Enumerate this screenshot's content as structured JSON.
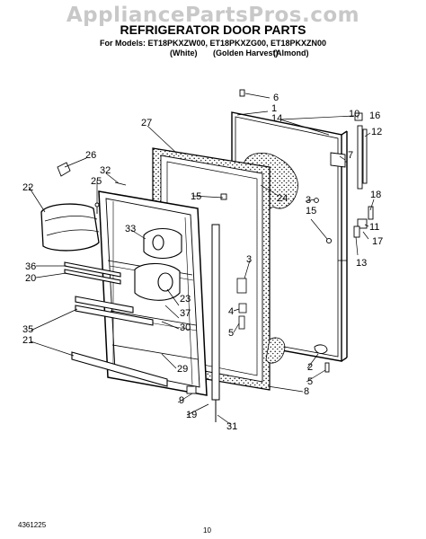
{
  "header": {
    "watermark": "AppliancePartsPros.com",
    "title": "REFRIGERATOR DOOR PARTS",
    "models_line": "For Models: ET18PKXZW00, ET18PKXZG00, ET18PKXZN00",
    "variants": [
      "(White)",
      "(Golden Harvest)",
      "(Almond)"
    ]
  },
  "callouts": [
    "27",
    "26",
    "32",
    "25",
    "22",
    "33",
    "36",
    "20",
    "35",
    "21",
    "23",
    "37",
    "30",
    "29",
    "9",
    "19",
    "31",
    "8",
    "5",
    "2",
    "6",
    "1",
    "14",
    "10",
    "16",
    "12",
    "7",
    "24",
    "3",
    "15",
    "15",
    "18",
    "11",
    "17",
    "13",
    "4",
    "5",
    "3"
  ],
  "footer": {
    "doc_number": "4361225",
    "page_number": "10"
  }
}
